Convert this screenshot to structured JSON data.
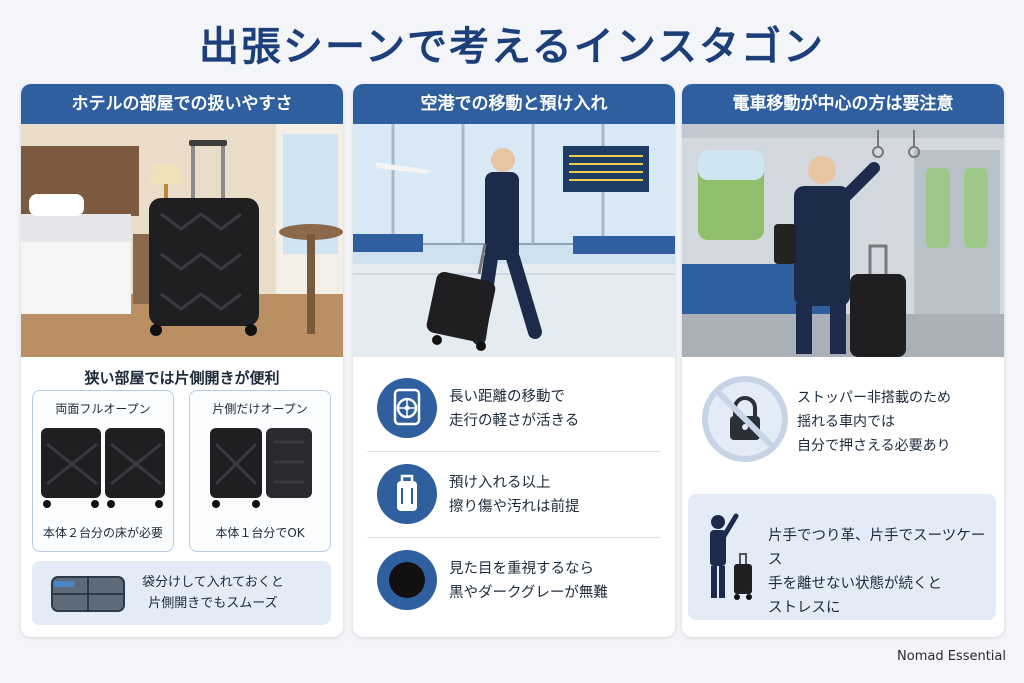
{
  "title": "出張シーンで考えるインスタゴン",
  "brand": "Nomad Essential",
  "colors": {
    "accent": "#2f5f9e",
    "title": "#1c3f7a",
    "panel_bg": "#ffffff",
    "tip_bg": "#e3ebf6"
  },
  "panels": [
    {
      "heading": "ホテルの部屋での扱いやすさ",
      "scene": "hotel-room-suitcase-illustration",
      "subtitle": "狭い部屋では片側開きが便利",
      "options": [
        {
          "label": "両面フルオープン",
          "caption": "本体２台分の床が必要"
        },
        {
          "label": "片側だけオープン",
          "caption": "本体１台分でOK"
        }
      ],
      "tip": {
        "line1": "袋分けして入れておくと",
        "line2": "片側開きでもスムーズ",
        "icon": "packing-cubes-icon"
      }
    },
    {
      "heading": "空港での移動と預け入れ",
      "scene": "airport-walking-illustration",
      "points": [
        {
          "icon": "wheel-icon",
          "line1": "長い距離の移動で",
          "line2": "走行の軽さが活きる"
        },
        {
          "icon": "luggage-icon",
          "line1": "預け入れる以上",
          "line2": "擦り傷や汚れは前提"
        },
        {
          "icon": "black-circle-icon",
          "line1": "見た目を重視するなら",
          "line2": "黒やダークグレーが無難"
        }
      ]
    },
    {
      "heading": "電車移動が中心の方は要注意",
      "scene": "train-interior-illustration",
      "warning": {
        "icon": "no-lock-icon",
        "line1": "ストッパー非搭載のため",
        "line2": "揺れる車内では",
        "line3": "自分で押さえる必要あり"
      },
      "strap": {
        "icon": "person-strap-icon",
        "line1": "片手でつり革、片手でスーツケース",
        "line2": "手を離せない状態が続くと",
        "line3": "ストレスに"
      }
    }
  ]
}
